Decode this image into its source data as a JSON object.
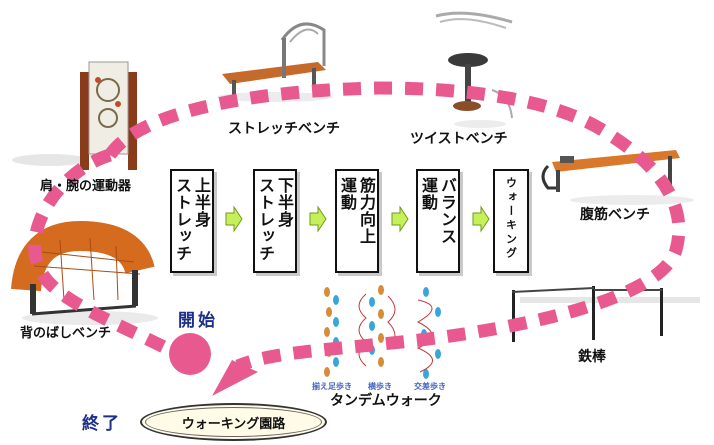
{
  "labels": {
    "shoulder": "肩・腕の運動器",
    "stretch_bench": "ストレッチベンチ",
    "twist_bench": "ツイストベンチ",
    "ab_bench": "腹筋ベンチ",
    "back_bench": "背のばしベンチ",
    "bar": "鉄棒",
    "tandem": "タンデムウォーク"
  },
  "steps": [
    {
      "lines": [
        "上半身",
        "ストレッチ"
      ]
    },
    {
      "lines": [
        "下半身",
        "ストレッチ"
      ]
    },
    {
      "lines": [
        "筋力向上",
        "運動"
      ]
    },
    {
      "lines": [
        "バランス",
        "運動"
      ]
    },
    {
      "lines": [
        "ウォーキング"
      ]
    }
  ],
  "tandem_steps": [
    "揃え足歩き",
    "横歩き",
    "交差歩き"
  ],
  "start_label": "開始",
  "end_label": "終了",
  "loop_label": "ウォーキング園路",
  "colors": {
    "dash": "#e85a8f",
    "arrow": "#c6f05a",
    "start_title": "#1d2f8a",
    "wood": "#d9772b"
  }
}
